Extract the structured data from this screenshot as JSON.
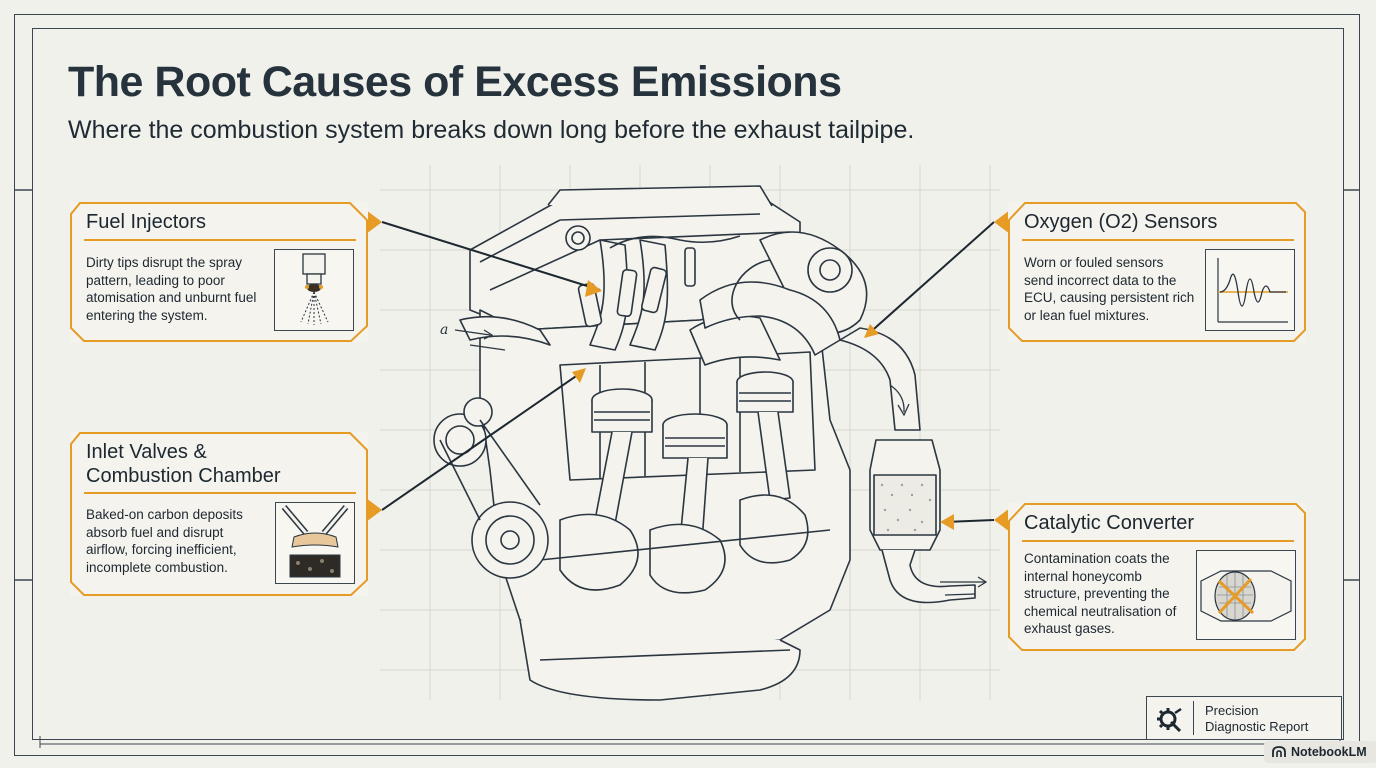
{
  "header": {
    "title": "The Root Causes of Excess Emissions",
    "subtitle": "Where the combustion system breaks down long before the exhaust tailpipe."
  },
  "callouts": {
    "fuel_injectors": {
      "title": "Fuel Injectors",
      "body": "Dirty tips disrupt the spray pattern, leading to poor atomisation and unburnt fuel entering the system."
    },
    "inlet_valves": {
      "title_line1": "Inlet Valves &",
      "title_line2": "Combustion Chamber",
      "body": "Baked-on carbon deposits absorb fuel and disrupt airflow, forcing inefficient, incomplete combustion."
    },
    "oxygen_sensors": {
      "title": "Oxygen (O2) Sensors",
      "body": "Worn or fouled sensors send incorrect data to the ECU, causing persistent rich or lean fuel mixtures."
    },
    "catalytic_converter": {
      "title": "Catalytic Converter",
      "body": "Contamination coats the internal honeycomb structure, preventing the chemical neutralisation of exhaust gases."
    }
  },
  "diagram": {
    "intake_label": "a"
  },
  "badge": {
    "line1": "Precision",
    "line2": "Diagnostic Report"
  },
  "watermark": {
    "label": "NotebookLM"
  },
  "colors": {
    "accent": "#e69b24",
    "ink": "#2b3640",
    "background": "#f1f1ec"
  }
}
